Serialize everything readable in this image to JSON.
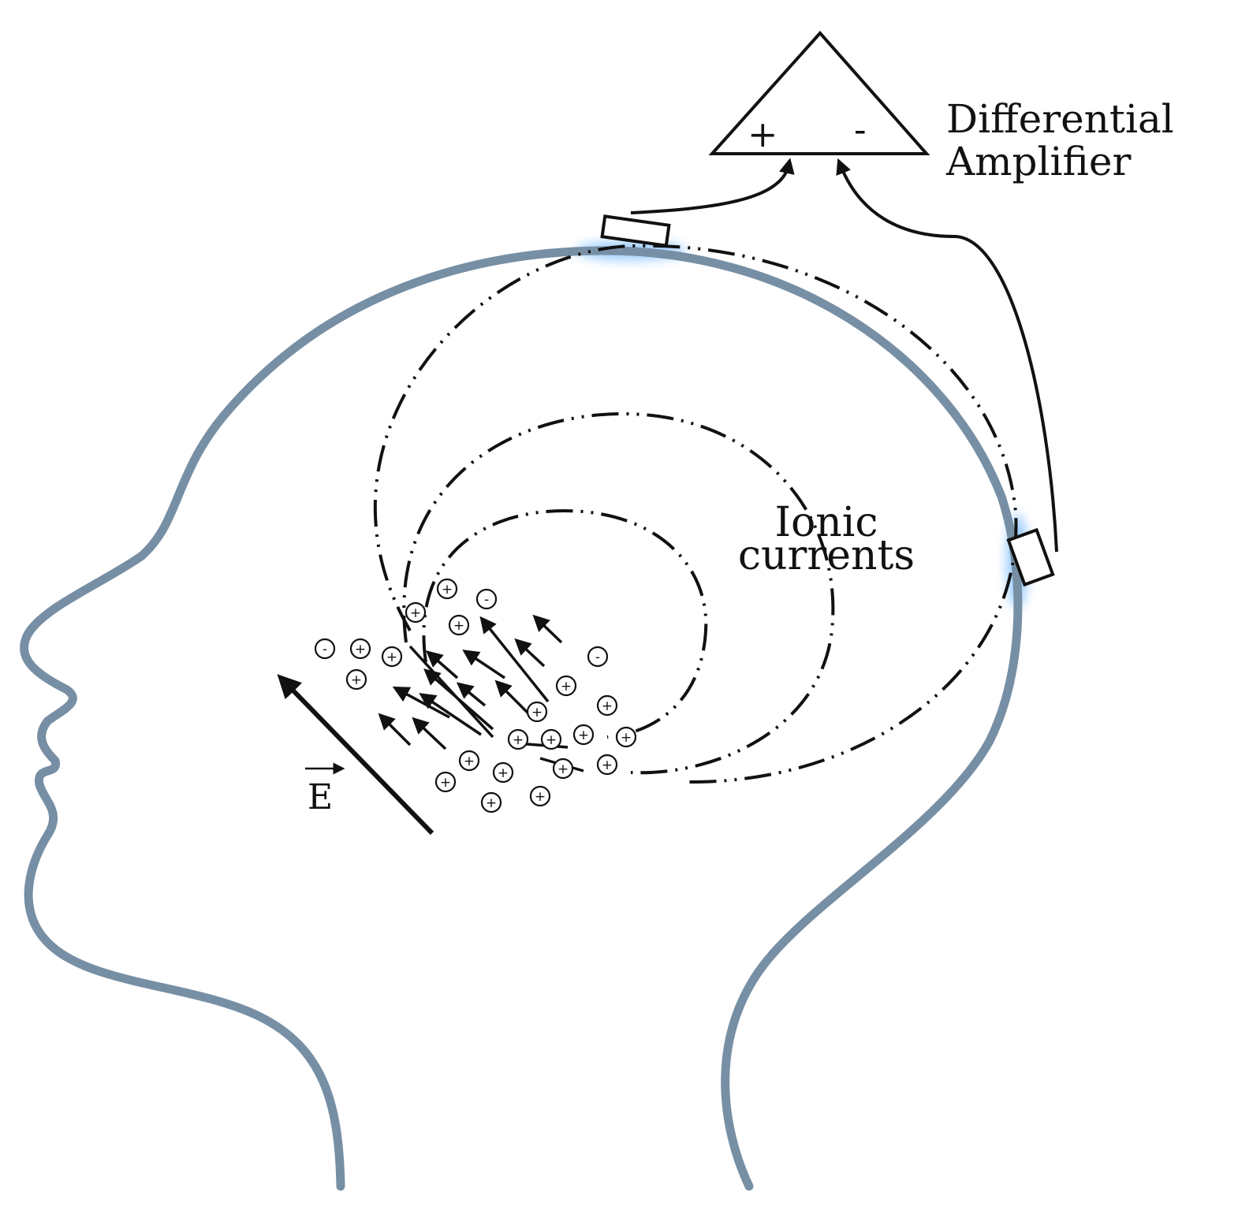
{
  "amplifier": {
    "label_line1": "Differential",
    "label_line2": "Amplifier",
    "plus_sign": "+",
    "minus_sign": "-"
  },
  "currents_label": {
    "line1": "Ionic",
    "line2": "currents"
  },
  "field_label": "E",
  "charges": {
    "positive_symbol": "+",
    "negative_symbol": "-"
  },
  "colors": {
    "head_outline": "#778fa4",
    "electrode_glow": "#4aa3ff",
    "ink": "#111111"
  }
}
